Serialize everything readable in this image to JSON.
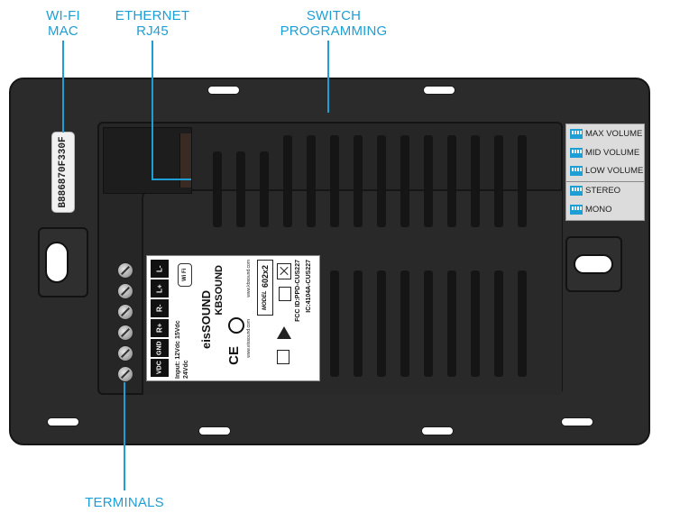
{
  "callouts": {
    "wifi_mac": "WI-FI\nMAC",
    "ethernet": "ETHERNET\nRJ45",
    "switch_programming": "SWITCH\nPROGRAMMING",
    "terminals": "TERMINALS"
  },
  "mac_label": "B886870F330F",
  "dip_switches": [
    {
      "label": "MAX VOLUME"
    },
    {
      "label": "MID VOLUME"
    },
    {
      "label": "LOW VOLUME"
    },
    {
      "label": "STEREO"
    },
    {
      "label": "MONO"
    }
  ],
  "terminal_labels": [
    "L-",
    "L+",
    "R-",
    "R+",
    "GND",
    "VDC"
  ],
  "product_label": {
    "brand": "KBSOUND",
    "model_prefix": "MODEL",
    "model": "602x2",
    "website": "www.kbsound.com",
    "input_title": "Input:",
    "input_lines": [
      "12Vdc",
      "15Vdc",
      "24Vdc"
    ],
    "sub_brand": "eisSOUND",
    "wifi_badge": "Wi Fi",
    "ce_mark": "CE",
    "fcc": "FCC ID:PPD-CUS227",
    "ic": "IC:4104A-CUS227",
    "website2": "www.eissound.com"
  },
  "colors": {
    "accent": "#1d9fd6",
    "panel": "#2b2b2c"
  }
}
